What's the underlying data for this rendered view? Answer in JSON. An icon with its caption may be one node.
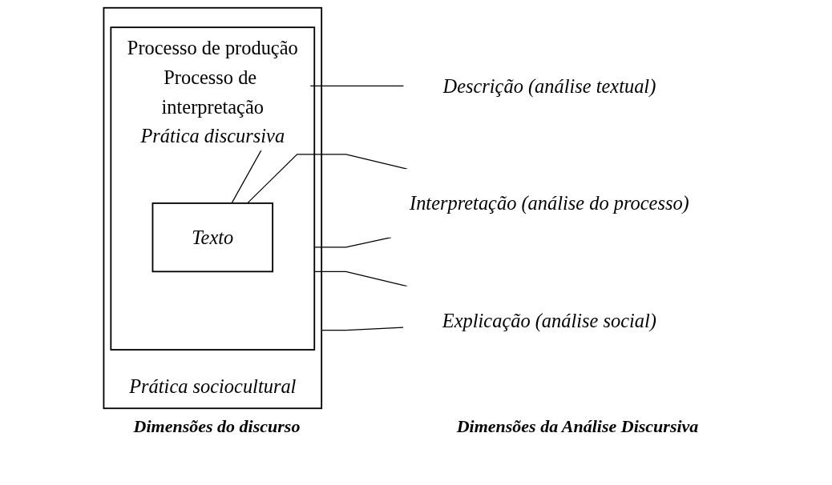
{
  "diagram": {
    "nodes": [
      {
        "text": [
          "Prática sociocultural"
        ]
      },
      {
        "text": [
          "Processo de produção",
          "Processo de interpretação",
          "Prática discursiva"
        ],
        "in": 0
      },
      {
        "text": [
          "Texto"
        ],
        "in": 1
      },
      {
        "text": [
          "Descrição (análise textual)"
        ]
      },
      {
        "text": [
          "Interpretação (análise do processo)"
        ]
      },
      {
        "text": [
          "Explicação (análise social)"
        ]
      }
    ],
    "edges": [
      {
        "from": 2,
        "to": 3,
        "arrow": "none"
      },
      {
        "from": 2,
        "to": 4,
        "arrow": "none"
      },
      {
        "from": 1,
        "to": 4,
        "arrow": "none"
      },
      {
        "from": 1,
        "to": 5,
        "arrow": "none"
      },
      {
        "from": 0,
        "to": 5,
        "arrow": "none"
      }
    ],
    "labels": [
      "Dimensões do discurso",
      "Dimensões da Análise Discursiva"
    ]
  }
}
